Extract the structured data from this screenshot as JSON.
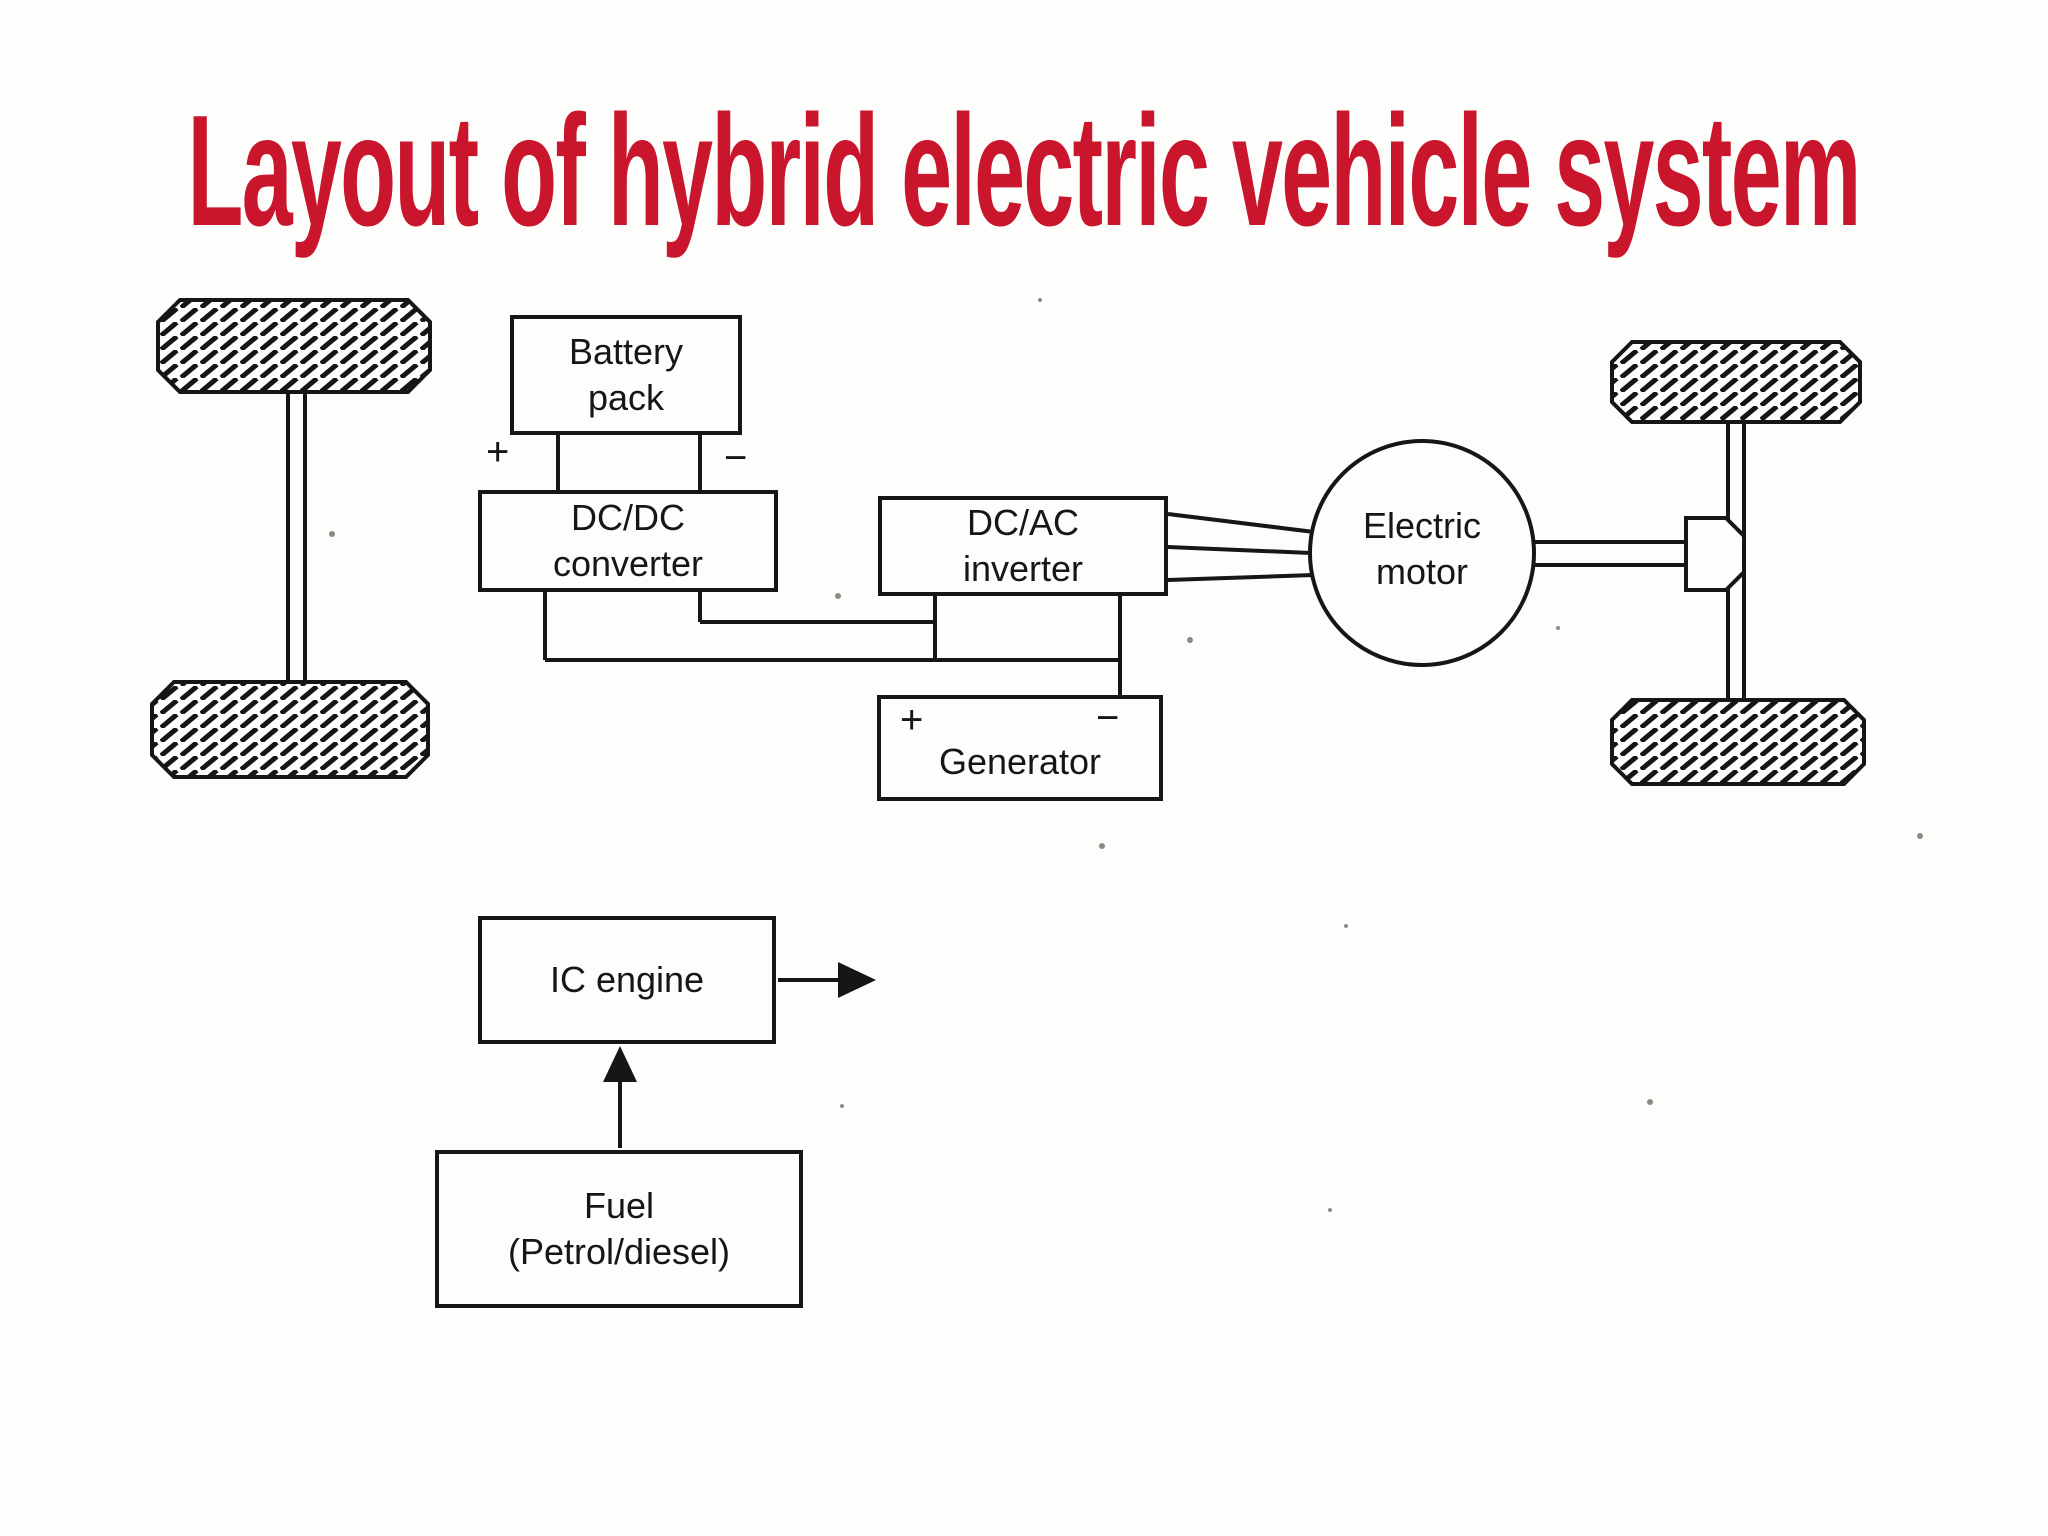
{
  "title": {
    "text": "Layout of hybrid electric vehicle system",
    "color": "#c9162c"
  },
  "diagram": {
    "battery": {
      "label": "Battery\npack"
    },
    "dcdc": {
      "label": "DC/DC\nconverter"
    },
    "dcac": {
      "label": "DC/AC\ninverter"
    },
    "motor": {
      "label": "Electric\nmotor"
    },
    "engine": {
      "label": "IC engine"
    },
    "generator": {
      "label": "Generator",
      "plus": "+",
      "minus": "−"
    },
    "fuel": {
      "label": "Fuel\n(Petrol/diesel)"
    },
    "battery_terminals": {
      "plus": "+",
      "minus": "−"
    },
    "ink_color": "#161616"
  }
}
